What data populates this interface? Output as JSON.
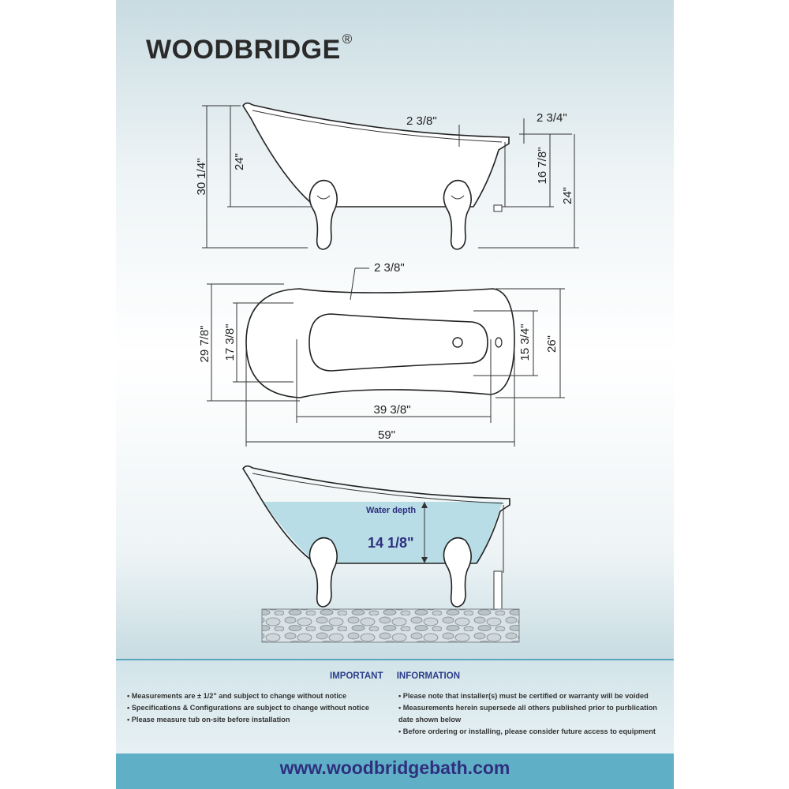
{
  "brand": {
    "name": "WOODBRIDGE",
    "mark": "®"
  },
  "side_view": {
    "total_height": "30 1/4\"",
    "left_rim_height": "24\"",
    "rim_slope": "2 3/8\"",
    "right_rim_drop": "2 3/4\"",
    "drain_height": "16 7/8\"",
    "right_height": "24\""
  },
  "top_view": {
    "rim_width_note": "2 3/8\"",
    "outer_width": "29 7/8\"",
    "inner_width_left": "17 3/8\"",
    "inner_width_right": "15 3/4\"",
    "foot_width": "26\"",
    "inner_length": "39 3/8\"",
    "outer_length": "59\""
  },
  "water_view": {
    "label": "Water depth",
    "depth": "14 1/8\""
  },
  "info": {
    "heading_1": "IMPORTANT",
    "heading_2": "INFORMATION",
    "left_notes": [
      "Measurements are ± 1/2\" and subject to change without notice",
      "Specifications & Configurations are subject to change without notice",
      "Please measure tub on-site before installation"
    ],
    "right_notes": [
      "Please note that installer(s) must be certified or warranty will be voided",
      "Measurements herein supersede all others published prior to purblication date shown below",
      "Before ordering or installing, please consider future access to equipment"
    ]
  },
  "footer": {
    "url": "www.woodbridgebath.com"
  },
  "colors": {
    "navy": "#2f2f7e",
    "band": "#5fb0c7",
    "water": "#b8dde6"
  }
}
